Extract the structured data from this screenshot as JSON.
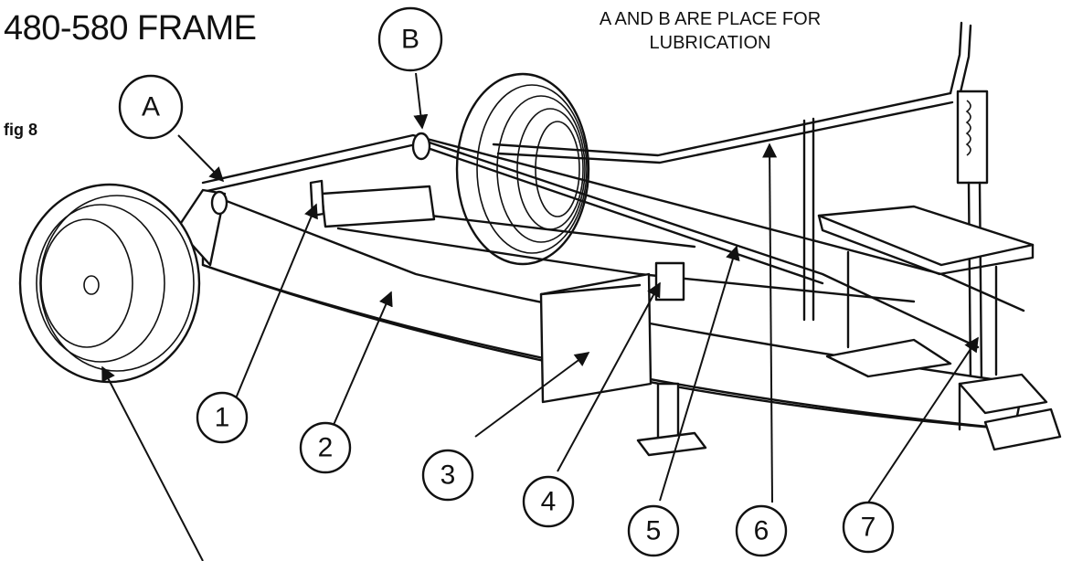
{
  "title": "480-580 FRAME",
  "note": "A AND B ARE PLACE FOR LUBRICATION",
  "fig_label": "fig 8",
  "callouts": {
    "A": "A",
    "B": "B",
    "c1": "1",
    "c2": "2",
    "c3": "3",
    "c4": "4",
    "c5": "5",
    "c6": "6",
    "c7": "7"
  }
}
